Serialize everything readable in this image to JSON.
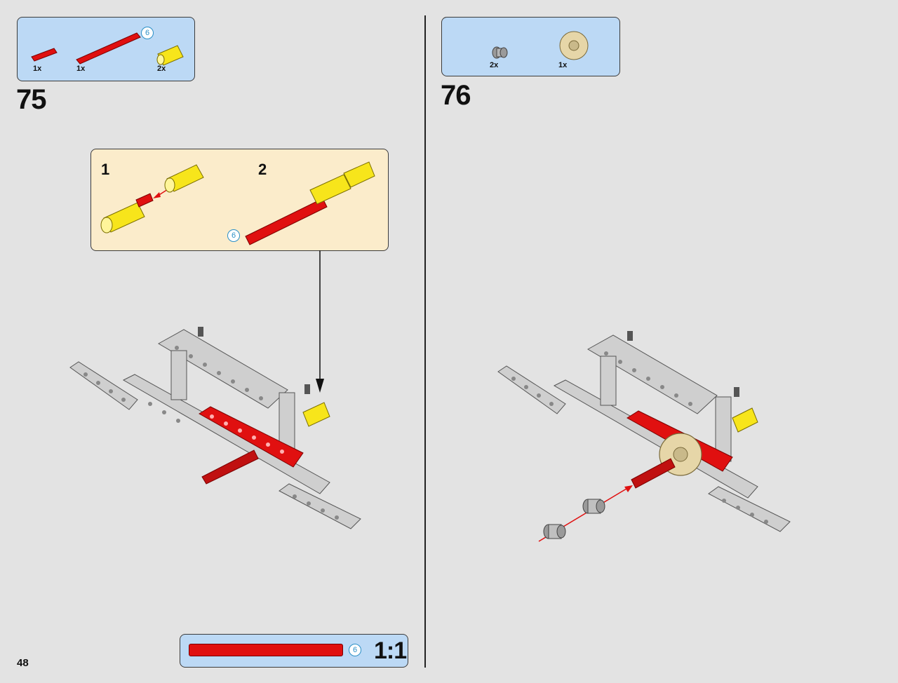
{
  "page": {
    "number": "48"
  },
  "step75": {
    "number": "75",
    "parts": [
      {
        "qty": "1x",
        "name": "red-axle-short"
      },
      {
        "qty": "1x",
        "name": "red-axle-long",
        "length_badge": "6"
      },
      {
        "qty": "2x",
        "name": "yellow-axle-connector"
      }
    ],
    "callout": {
      "substeps": [
        "1",
        "2"
      ],
      "axle_length_badge": "6"
    }
  },
  "step76": {
    "number": "76",
    "parts": [
      {
        "qty": "2x",
        "name": "bush-half"
      },
      {
        "qty": "1x",
        "name": "tan-gear"
      }
    ]
  },
  "scale": {
    "badge": "6",
    "ratio": "1:1"
  },
  "colors": {
    "parts_box": "#bcd9f5",
    "callout_box": "#fbeccb",
    "red_part": "#e01010",
    "yellow_part": "#f7e51b",
    "tan_gear": "#e6d6a8",
    "beam_gray": "#c8c8c8"
  }
}
